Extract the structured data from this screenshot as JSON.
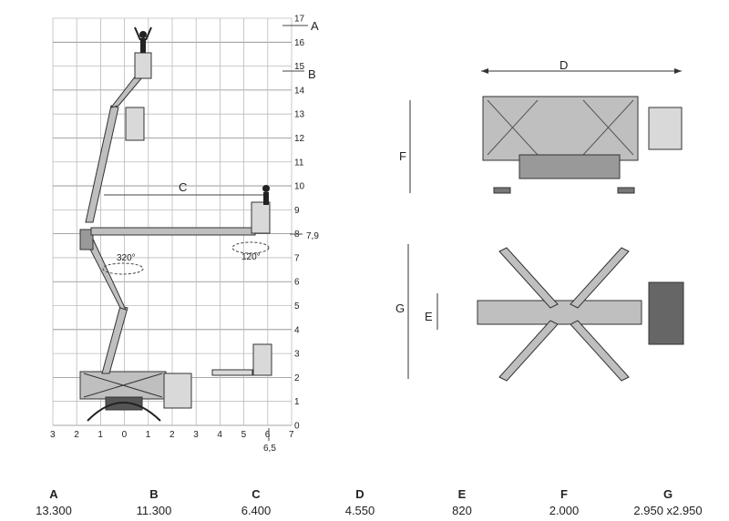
{
  "chart": {
    "y_ticks": [
      "0",
      "1",
      "2",
      "3",
      "4",
      "5",
      "6",
      "7",
      "8",
      "9",
      "10",
      "11",
      "12",
      "13",
      "14",
      "15",
      "16",
      "17"
    ],
    "x_ticks": [
      "3",
      "2",
      "1",
      "0",
      "1",
      "2",
      "3",
      "4",
      "5",
      "6",
      "7"
    ],
    "label_A": "A",
    "label_B": "B",
    "label_C": "C",
    "extra_y": "7,9",
    "extra_x": "6,5",
    "rot_left": "320°",
    "rot_right": "120°"
  },
  "side_view": {
    "label_D": "D",
    "label_F": "F"
  },
  "top_view": {
    "label_G": "G",
    "label_E": "E"
  },
  "specs": [
    {
      "key": "A",
      "value": "13.300"
    },
    {
      "key": "B",
      "value": "11.300"
    },
    {
      "key": "C",
      "value": "6.400"
    },
    {
      "key": "D",
      "value": "4.550"
    },
    {
      "key": "E",
      "value": "820"
    },
    {
      "key": "F",
      "value": "2.000"
    },
    {
      "key": "G",
      "value": "2.950 x2.950"
    }
  ]
}
